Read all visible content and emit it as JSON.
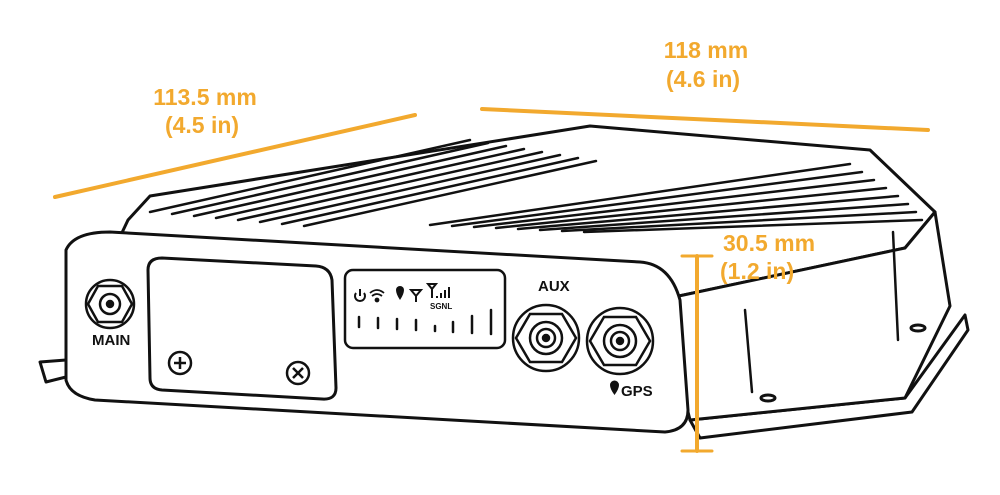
{
  "dimensions": {
    "width_left": {
      "metric": "113.5 mm",
      "imperial": "(4.5 in)"
    },
    "width_right": {
      "metric": "118 mm",
      "imperial": "(4.6 in)"
    },
    "height": {
      "metric": "30.5 mm",
      "imperial": "(1.2 in)"
    }
  },
  "ports": {
    "main": "MAIN",
    "aux": "AUX",
    "gps": "GPS"
  },
  "led_panel": {
    "signal_label": "SGNL",
    "indicators": [
      "power-icon",
      "wifi-icon",
      "location-pin-icon",
      "antenna-icon",
      "signal-bars-icon"
    ]
  },
  "colors": {
    "dimension_accent": "#f2a92e",
    "outline": "#111111",
    "body_fill": "#ffffff"
  }
}
